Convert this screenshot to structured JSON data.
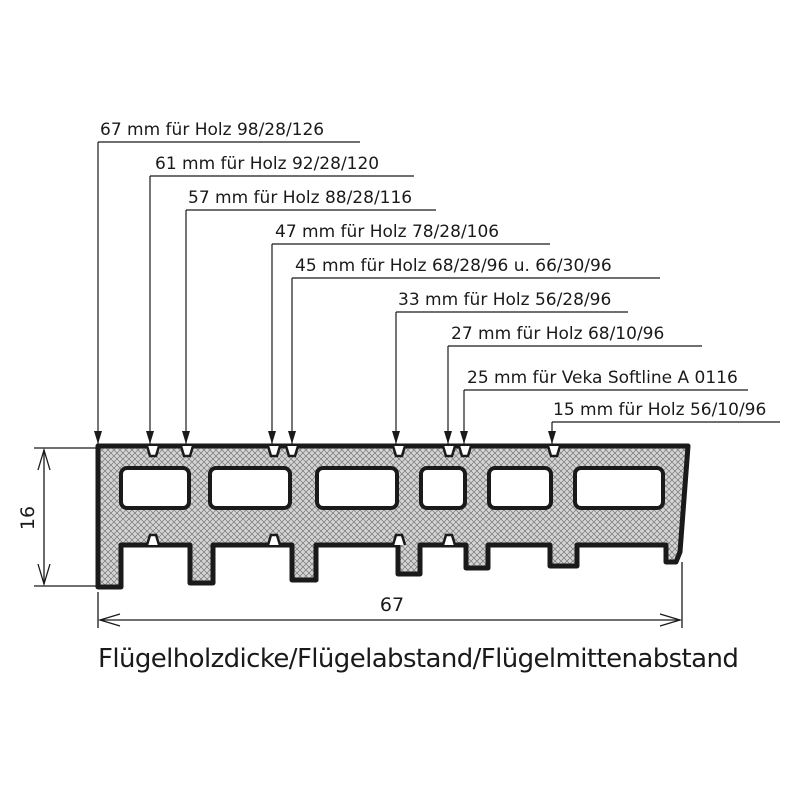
{
  "leaders": [
    "67 mm für Holz 98/28/126",
    "61 mm für Holz 92/28/120",
    "57 mm für Holz 88/28/116",
    "47 mm für Holz 78/28/106",
    "45 mm für Holz 68/28/96 u. 66/30/96",
    "33 mm für Holz 56/28/96",
    "27 mm  für Holz 68/10/96",
    "25 mm für Veka Softline A 0116",
    "15 mm für Holz 56/10/96"
  ],
  "dimensions": {
    "height": "16",
    "width": "67"
  },
  "caption": "Flügelholzdicke/Flügelabstand/Flügelmittenabstand",
  "colors": {
    "outline": "#1a1a1a",
    "hatch_fill": "#c9c9c9",
    "background": "#ffffff"
  }
}
